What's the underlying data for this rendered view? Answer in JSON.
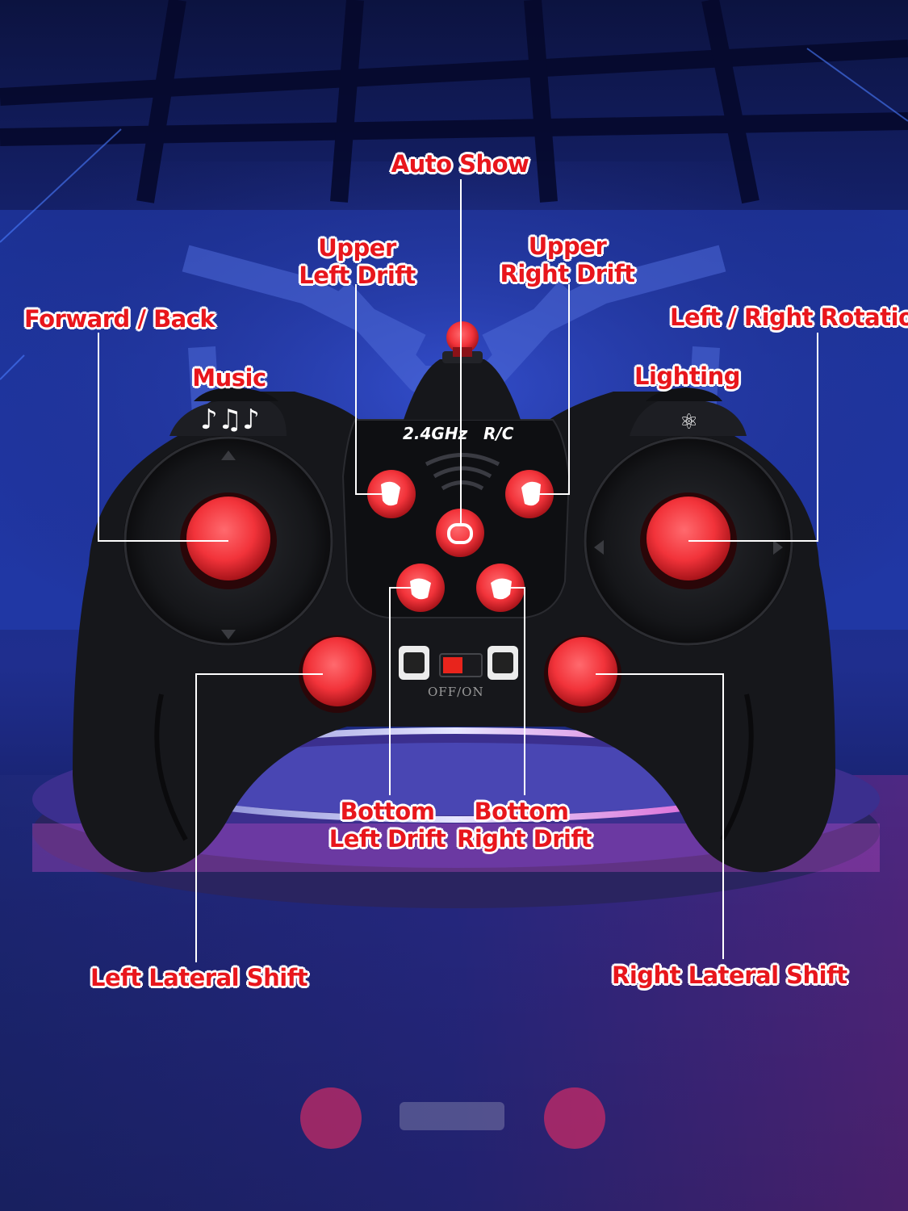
{
  "controller": {
    "frequency": "2.4GHz",
    "type": "R/C",
    "switch_label": "OFF/ON",
    "music_icon": "music-notes-icon",
    "light_icon": "light-icon"
  },
  "callouts": {
    "auto_show": "Auto Show",
    "upper_left_drift": [
      "Upper",
      "Left Drift"
    ],
    "upper_right_drift": [
      "Upper",
      "Right Drift"
    ],
    "forward_back": "Forward / Back",
    "left_right_rotation": "Left / Right Rotation",
    "music": "Music",
    "lighting": "Lighting",
    "bottom_left_drift": [
      "Bottom",
      "Left Drift"
    ],
    "bottom_right_drift": [
      "Bottom",
      "Right Drift"
    ],
    "left_lateral_shift": "Left Lateral Shift",
    "right_lateral_shift": "Right Lateral Shift"
  },
  "colors": {
    "label_red": "#e8161c",
    "button_red": "#f2333a",
    "body_black": "#17181c",
    "background_blue": "#1d2f8c",
    "glow_pink": "#d846c8"
  }
}
